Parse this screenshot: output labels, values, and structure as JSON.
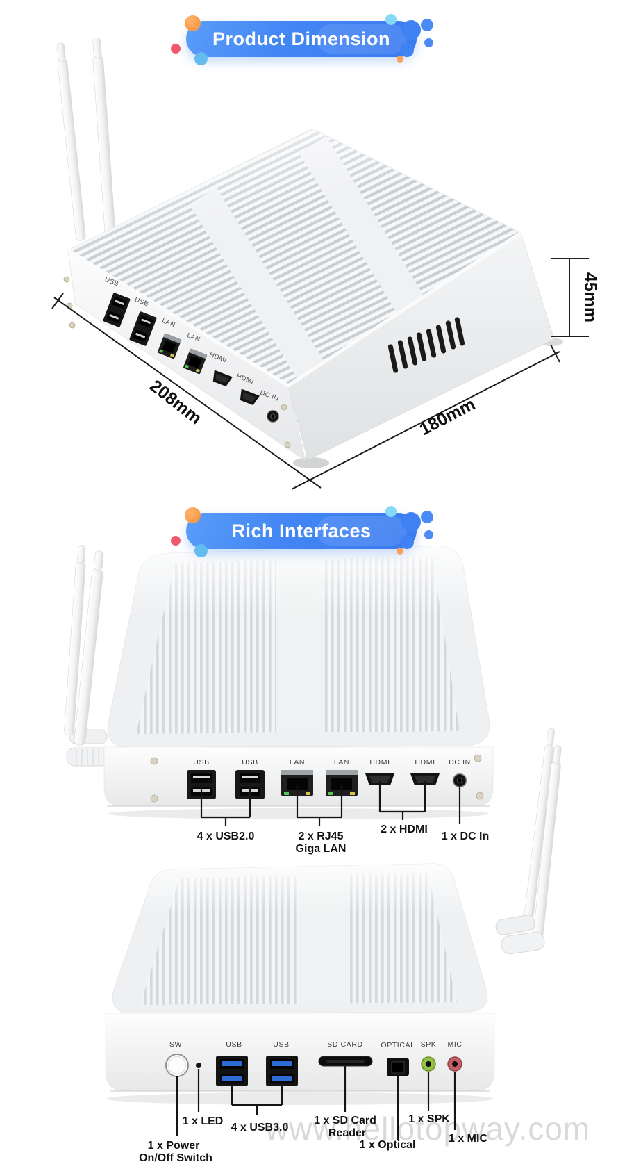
{
  "banners": {
    "dimension": "Product Dimension",
    "interfaces": "Rich Interfaces"
  },
  "dimensions": {
    "width": "208mm",
    "depth": "180mm",
    "height": "45mm"
  },
  "iso_view": {
    "ports": [
      "USB",
      "USB",
      "LAN",
      "LAN",
      "HDMI",
      "HDMI",
      "DC IN"
    ]
  },
  "back_view": {
    "ports": [
      "USB",
      "USB",
      "LAN",
      "LAN",
      "HDMI",
      "HDMI",
      "DC IN"
    ],
    "annotations": {
      "usb": "4 x USB2.0",
      "lan_line1": "2 x RJ45",
      "lan_line2": "Giga LAN",
      "hdmi": "2 x HDMI",
      "dc": "1 x DC In"
    }
  },
  "front_view": {
    "ports": [
      "SW",
      "USB",
      "USB",
      "SD CARD",
      "OPTICAL",
      "SPK",
      "MIC"
    ],
    "annotations": {
      "power_line1": "1 x Power",
      "power_line2": "On/Off Switch",
      "led": "1 x LED",
      "usb3": "4 x USB3.0",
      "sd_line1": "1 x SD Card",
      "sd_line2": "Reader",
      "optical": "1 x Optical",
      "spk": "1 x SPK",
      "mic": "1 x MIC"
    }
  },
  "watermark": "www.hellotopway.com",
  "colors": {
    "banner_blue_start": "#5a9df9",
    "banner_blue_end": "#3a7bf0",
    "accent_orange": "#f58e3c",
    "accent_red": "#f4586c",
    "accent_cyan": "#86d9f4",
    "accent_skyblue": "#63bbee",
    "annotation_black": "#121212",
    "usb3_blue": "#2d6bd4",
    "spk_green": "#93c044",
    "mic_red": "#c25f68",
    "lan_led_green": "#5bc457",
    "lan_led_amber": "#d8c84e",
    "gold_connector": "#c99f4e"
  }
}
